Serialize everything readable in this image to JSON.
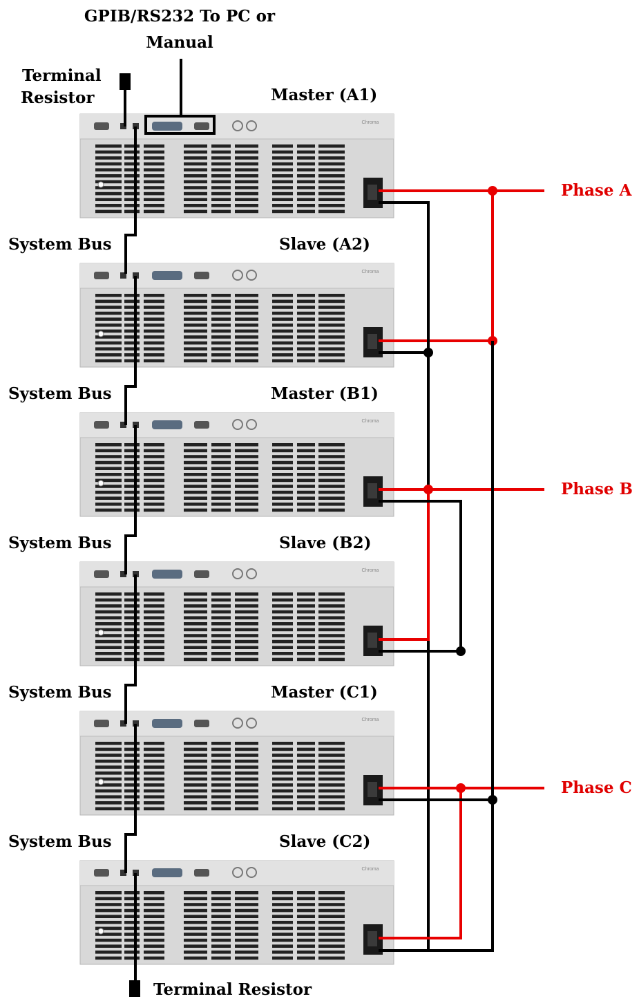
{
  "title_lines": [
    "GPIB/RS232 To PC or",
    "Manual"
  ],
  "terminal_top_lines": [
    "Terminal",
    "Resistor"
  ],
  "terminal_bottom": "Terminal Resistor",
  "units": [
    {
      "role": "Master (A1)"
    },
    {
      "role": "Slave (A2)"
    },
    {
      "role": "Master (B1)"
    },
    {
      "role": "Slave (B2)"
    },
    {
      "role": "Master (C1)"
    },
    {
      "role": "Slave (C2)"
    }
  ],
  "bus_label": "System Bus",
  "phases": [
    "Phase A",
    "Phase B",
    "Phase C"
  ],
  "unit_brand": "Chroma",
  "colors": {
    "phase_wire": "#e80000",
    "neutral_wire": "#000000",
    "chassis": "#d6d6d6",
    "vent": "#1a1a1a"
  }
}
